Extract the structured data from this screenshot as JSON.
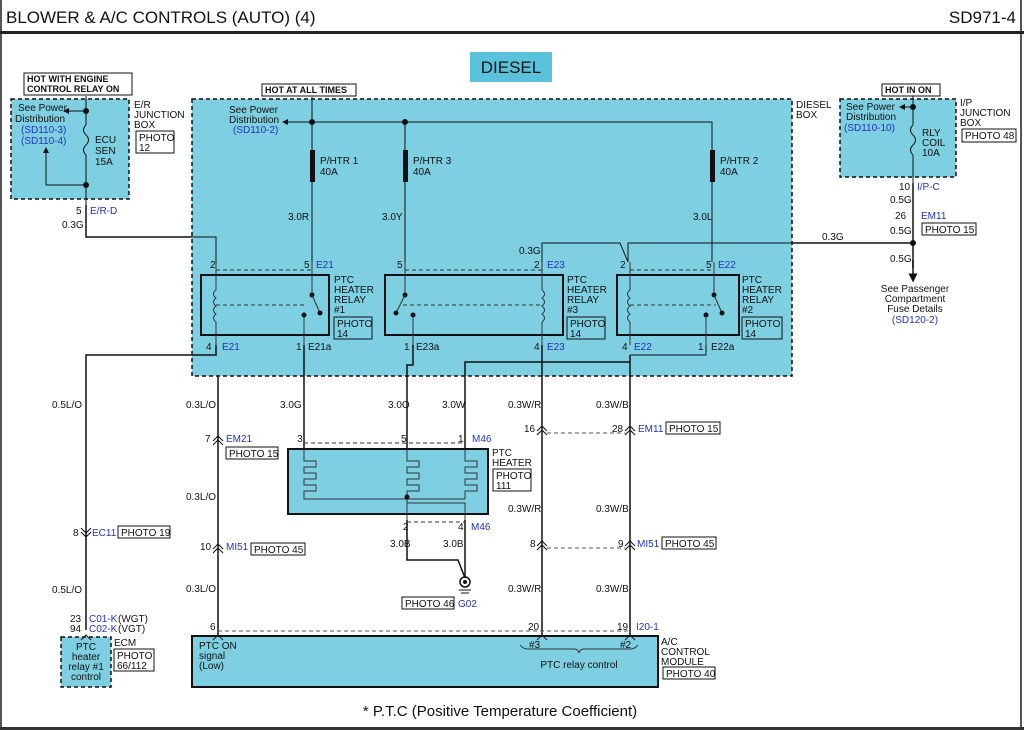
{
  "header": {
    "title": "BLOWER & A/C CONTROLS (AUTO) (4)",
    "code": "SD971-4"
  },
  "variant": "DIESEL",
  "footnote": "* P.T.C  (Positive Temperature Coefficient)",
  "colors": {
    "component_fill": "#7ecfe1",
    "connector_blue": "#2233bb",
    "wire": "#111111",
    "diesel_badge": "#5bc2dc"
  },
  "power_sources": {
    "engine_relay": {
      "label_1": "HOT WITH ENGINE",
      "label_2": "CONTROL RELAY ON"
    },
    "all_times": {
      "label": "HOT AT ALL TIMES"
    },
    "ign_on": {
      "label": "HOT IN ON"
    }
  },
  "er_box": {
    "see_1": "See Power",
    "see_2": "Distribution",
    "ref_1": "(SD110-3)",
    "ref_2": "(SD110-4)",
    "fuse_1": "ECU",
    "fuse_2": "SEN",
    "fuse_3": "15A",
    "name_1": "E/R",
    "name_2": "JUNCTION",
    "name_3": "BOX",
    "photo_1": "PHOTO",
    "photo_2": "12",
    "pin": "5",
    "conn": "E/R-D",
    "wire": "0.3G"
  },
  "diesel_box": {
    "name_1": "DIESEL",
    "name_2": "BOX",
    "see_1": "See Power",
    "see_2": "Distribution",
    "ref": "(SD110-2)",
    "fuses": [
      {
        "name": "P/HTR 1",
        "rating": "40A",
        "wire": "3.0R"
      },
      {
        "name": "P/HTR 3",
        "rating": "40A",
        "wire": "3.0Y"
      },
      {
        "name": "P/HTR 2",
        "rating": "40A",
        "wire": "3.0L"
      }
    ],
    "relays": [
      {
        "name_1": "PTC",
        "name_2": "HEATER",
        "name_3": "RELAY",
        "num": "#1",
        "photo_1": "PHOTO",
        "photo_2": "14",
        "pin_a": "2",
        "pin_b": "5",
        "conn_top": "E21",
        "pin_c": "4",
        "conn_c": "E21",
        "pin_d": "1",
        "conn_d": "E21a"
      },
      {
        "name_1": "PTC",
        "name_2": "HEATER",
        "name_3": "RELAY",
        "num": "#3",
        "photo_1": "PHOTO",
        "photo_2": "14",
        "pin_a": "5",
        "pin_b": "2",
        "conn_top": "E23",
        "pin_c": "1",
        "conn_c": "E23a",
        "pin_d": "4",
        "conn_d": "E23",
        "wire_top": "0.3G"
      },
      {
        "name_1": "PTC",
        "name_2": "HEATER",
        "name_3": "RELAY",
        "num": "#2",
        "photo_1": "PHOTO",
        "photo_2": "14",
        "pin_a": "2",
        "pin_b": "5",
        "conn_top": "E22",
        "pin_c": "4",
        "conn_c": "E22",
        "pin_d": "1",
        "conn_d": "E22a"
      }
    ]
  },
  "ip_box": {
    "see_1": "See Power",
    "see_2": "Distribution",
    "ref": "(SD110-10)",
    "fuse_1": "RLY",
    "fuse_2": "COIL",
    "fuse_3": "10A",
    "name_1": "I/P",
    "name_2": "JUNCTION",
    "name_3": "BOX",
    "photo": "PHOTO 48",
    "pin": "10",
    "conn": "I/P-C",
    "wire_1": "0.5G",
    "pin_2": "26",
    "conn_2": "EM11",
    "wire_2": "0.5G",
    "photo_2": "PHOTO 15",
    "wire_3": "0.3G",
    "wire_4": "0.5G",
    "see2_1": "See Passenger",
    "see2_2": "Compartment",
    "see2_3": "Fuse Details",
    "ref2": "(SD120-2)"
  },
  "wires": {
    "w_05lo_1": "0.5L/O",
    "w_05lo_2": "0.5L/O",
    "w_03lo_1": "0.3L/O",
    "w_03lo_2": "0.3L/O",
    "w_03lo_3": "0.3L/O",
    "w_30g": "3.0G",
    "w_30o": "3.0O",
    "w_30w": "3.0W",
    "w_wr_1": "0.3W/R",
    "w_wr_2": "0.3W/R",
    "w_wr_3": "0.3W/R",
    "w_wb_1": "0.3W/B",
    "w_wb_2": "0.3W/B",
    "w_wb_3": "0.3W/B",
    "w_30b_1": "3.0B",
    "w_30b_2": "3.0B"
  },
  "connectors": {
    "em21": {
      "pin": "7",
      "name": "EM21",
      "photo": "PHOTO 15"
    },
    "mi51_left": {
      "pin": "10",
      "name": "MI51",
      "photo": "PHOTO 45"
    },
    "ec11": {
      "pin": "8",
      "name": "EC11",
      "photo": "PHOTO 19"
    },
    "em11": {
      "pin_a": "16",
      "pin_b": "28",
      "name": "EM11",
      "photo": "PHOTO 15"
    },
    "mi51_right": {
      "pin_a": "8",
      "pin_b": "9",
      "name": "MI51",
      "photo": "PHOTO 45"
    }
  },
  "ptc_heater": {
    "name_1": "PTC",
    "name_2": "HEATER",
    "photo_1": "PHOTO",
    "photo_2": "111",
    "pin_3": "3",
    "pin_5": "5",
    "pin_1": "1",
    "conn_top": "M46",
    "pin_2": "2",
    "pin_4": "4",
    "conn_bot": "M46",
    "ground": "G02",
    "ground_photo": "PHOTO 46"
  },
  "ecm": {
    "pin_1": "23",
    "conn_1": "C01-K",
    "var_1": "(WGT)",
    "pin_2": "94",
    "conn_2": "C02-K",
    "var_2": "(VGT)",
    "name": "ECM",
    "photo_1": "PHOTO",
    "photo_2": "66/112",
    "text_1": "PTC",
    "text_2": "heater",
    "text_3": "relay #1",
    "text_4": "control"
  },
  "ac_module": {
    "pin_6": "6",
    "pin_20": "20",
    "pin_19": "19",
    "conn": "I20-1",
    "signal_1": "PTC ON",
    "signal_2": "signal",
    "signal_3": "(Low)",
    "relay_3": "#3",
    "relay_2": "#2",
    "relay_ctrl": "PTC relay control",
    "name_1": "A/C",
    "name_2": "CONTROL",
    "name_3": "MODULE",
    "photo": "PHOTO 40"
  }
}
